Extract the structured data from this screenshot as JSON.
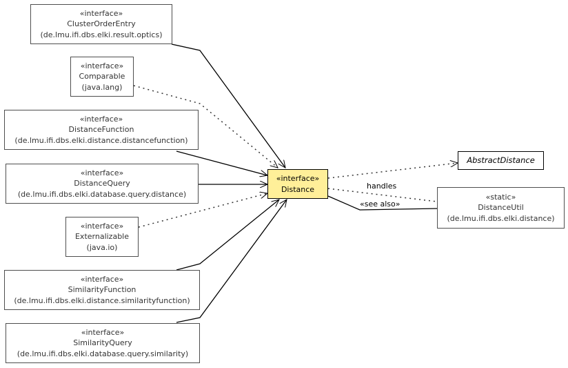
{
  "nodes": {
    "cluster_order_entry": {
      "stereotype": "«interface»",
      "name": "ClusterOrderEntry",
      "package": "(de.lmu.ifi.dbs.elki.result.optics)"
    },
    "comparable": {
      "stereotype": "«interface»",
      "name": "Comparable",
      "package": "(java.lang)"
    },
    "distance_function": {
      "stereotype": "«interface»",
      "name": "DistanceFunction",
      "package": "(de.lmu.ifi.dbs.elki.distance.distancefunction)"
    },
    "distance_query": {
      "stereotype": "«interface»",
      "name": "DistanceQuery",
      "package": "(de.lmu.ifi.dbs.elki.database.query.distance)"
    },
    "externalizable": {
      "stereotype": "«interface»",
      "name": "Externalizable",
      "package": "(java.io)"
    },
    "similarity_function": {
      "stereotype": "«interface»",
      "name": "SimilarityFunction",
      "package": "(de.lmu.ifi.dbs.elki.distance.similarityfunction)"
    },
    "similarity_query": {
      "stereotype": "«interface»",
      "name": "SimilarityQuery",
      "package": "(de.lmu.ifi.dbs.elki.database.query.similarity)"
    },
    "distance": {
      "stereotype": "«interface»",
      "name": "Distance"
    },
    "abstract_distance": {
      "name": "AbstractDistance"
    },
    "distance_util": {
      "stereotype": "«static»",
      "name": "DistanceUtil",
      "package": "(de.lmu.ifi.dbs.elki.distance)"
    }
  },
  "edge_labels": {
    "handles": "handles",
    "see_also": "«see also»"
  },
  "colors": {
    "focus_fill": "#ffef99",
    "box_border": "#4d4d4d",
    "edge": "#000000",
    "dotted_edge": "#333333"
  }
}
